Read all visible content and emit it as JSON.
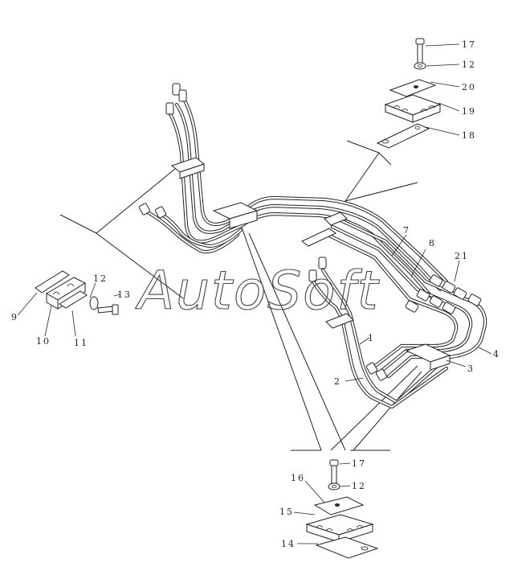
{
  "watermark": "AutoSoft",
  "callouts": {
    "c1": "1",
    "c2": "2",
    "c3": "3",
    "c4": "4",
    "c7": "7",
    "c8": "8",
    "c9": "9",
    "c10": "10",
    "c11": "11",
    "c12a": "12",
    "c12b": "12",
    "c12c": "12",
    "c13": "13",
    "c14": "14",
    "c15": "15",
    "c16": "16",
    "c17a": "17",
    "c17b": "17",
    "c18": "18",
    "c19": "19",
    "c20": "20",
    "c21": "21"
  }
}
